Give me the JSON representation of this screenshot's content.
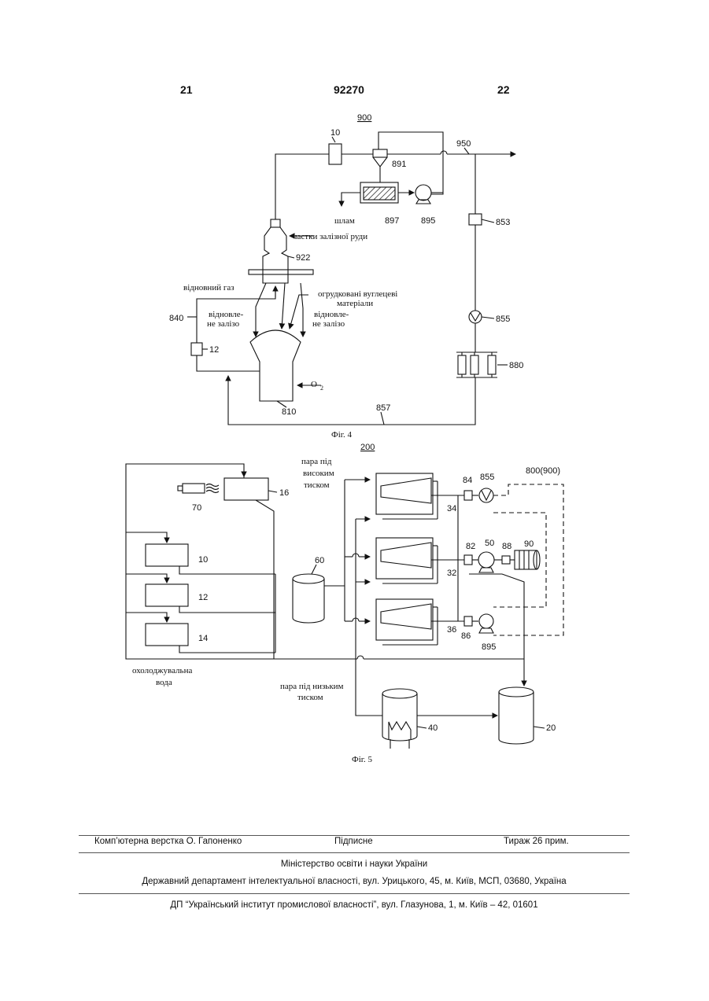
{
  "header": {
    "left_page": "21",
    "patent_no": "92270",
    "right_page": "22"
  },
  "fig4": {
    "system_label": "900",
    "caption": "Фіг. 4",
    "labels": {
      "n10": "10",
      "n950": "950",
      "n891": "891",
      "n897": "897",
      "n895": "895",
      "n853": "853",
      "n855": "855",
      "n880": "880",
      "n922": "922",
      "n840": "840",
      "n12": "12",
      "n810": "810",
      "n857": "857",
      "sludge": "шлам",
      "ore": "частки залізної руди",
      "reducing_gas": "відновний газ",
      "coal_l1": "огрудковані вуглецеві",
      "coal_l2": "матеріали",
      "reduced_left_1": "відновле-",
      "reduced_left_2": "не залізо",
      "reduced_right_1": "відновле-",
      "reduced_right_2": "не залізо",
      "o2": "O",
      "o2_sub": "2"
    }
  },
  "fig5": {
    "system_label": "200",
    "caption": "Фіг. 5",
    "labels": {
      "hp_steam_1": "пара під",
      "hp_steam_2": "високим",
      "hp_steam_3": "тиском",
      "n800": "800(900)",
      "n84": "84",
      "n855": "855",
      "n82": "82",
      "n50": "50",
      "n88": "88",
      "n90": "90",
      "n86": "86",
      "n895": "895",
      "n16": "16",
      "n70": "70",
      "n10": "10",
      "n12": "12",
      "n14": "14",
      "n60": "60",
      "n34": "34",
      "n32": "32",
      "n36": "36",
      "n40": "40",
      "n20": "20",
      "cool_1": "охолоджувальна",
      "cool_2": "вода",
      "lp_steam_1": "пара під низьким",
      "lp_steam_2": "тиском"
    }
  },
  "footer": {
    "typesetting": "Комп’ютерна верстка О. Гапоненко",
    "signed": "Підписне",
    "circulation": "Тираж 26 прим.",
    "ministry": "Міністерство освіти і науки України",
    "department": "Державний департамент інтелектуальної власності, вул. Урицького, 45, м. Київ, МСП, 03680, Україна",
    "institute": "ДП “Український інститут промислової власності”, вул. Глазунова, 1, м. Київ – 42, 01601"
  }
}
